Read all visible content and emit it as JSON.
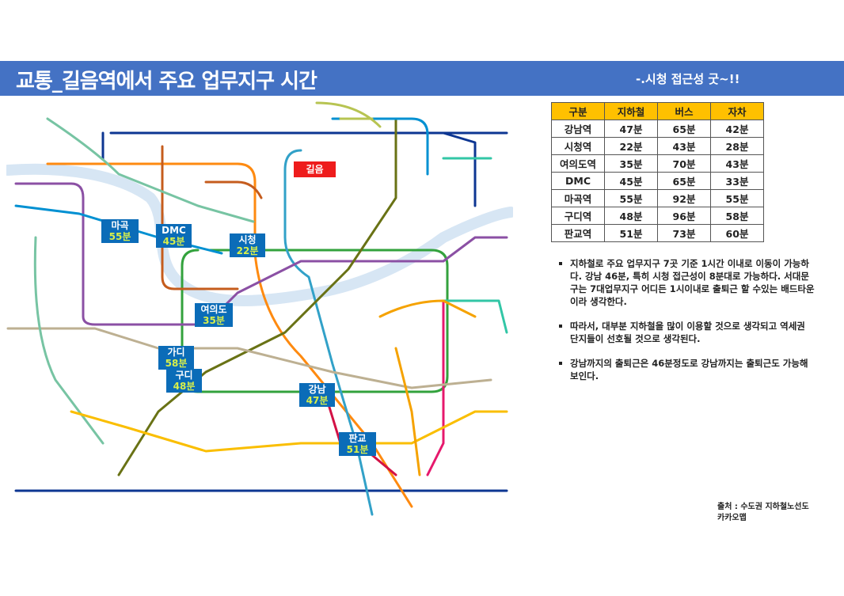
{
  "header": {
    "title": "교통_길음역에서 주요 업무지구 시간",
    "subtitle": "-.시청 접근성 굿~!!"
  },
  "map": {
    "origin": "길음",
    "stations": [
      {
        "name": "마곡",
        "time": "55분"
      },
      {
        "name": "DMC",
        "time": "45분"
      },
      {
        "name": "시청",
        "time": "22분"
      },
      {
        "name": "여의도",
        "time": "35분"
      },
      {
        "name": "가디",
        "time": "58분"
      },
      {
        "name": "구디",
        "time": "48분"
      },
      {
        "name": "강남",
        "time": "47분"
      },
      {
        "name": "판교",
        "time": "51분"
      }
    ],
    "colors": {
      "tag": "#0b6cb8",
      "origin": "#ee1c1c",
      "time": "#d8ef4a"
    }
  },
  "table": {
    "headers": [
      "구분",
      "지하철",
      "버스",
      "자차"
    ],
    "rows": [
      [
        "강남역",
        "47분",
        "65분",
        "42분"
      ],
      [
        "시청역",
        "22분",
        "43분",
        "28분"
      ],
      [
        "여의도역",
        "35분",
        "70분",
        "43분"
      ],
      [
        "DMC",
        "45분",
        "65분",
        "33분"
      ],
      [
        "마곡역",
        "55분",
        "92분",
        "55분"
      ],
      [
        "구디역",
        "48분",
        "96분",
        "58분"
      ],
      [
        "판교역",
        "51분",
        "73분",
        "60분"
      ]
    ]
  },
  "bullets": [
    "지하철로 주요 업무지구 7곳 기준 1시간 이내로 이동이 가능하다. 강남 46분, 특히 시청 접근성이 8분대로 가능하다. 서대문구는 7대업무지구 어디든 1시이내로 출퇴근 할 수있는 배드타운이라 생각한다.",
    "따라서, 대부분 지하철을 많이 이용할 것으로 생각되고 역세권 단지들이 선호될 것으로 생각된다.",
    "강남까지의 출퇴근은 46분정도로 강남까지는 출퇴근도 가능해 보인다."
  ],
  "source": {
    "line1": "출처 : 수도권 지하철노선도",
    "line2": "카카오맵"
  }
}
